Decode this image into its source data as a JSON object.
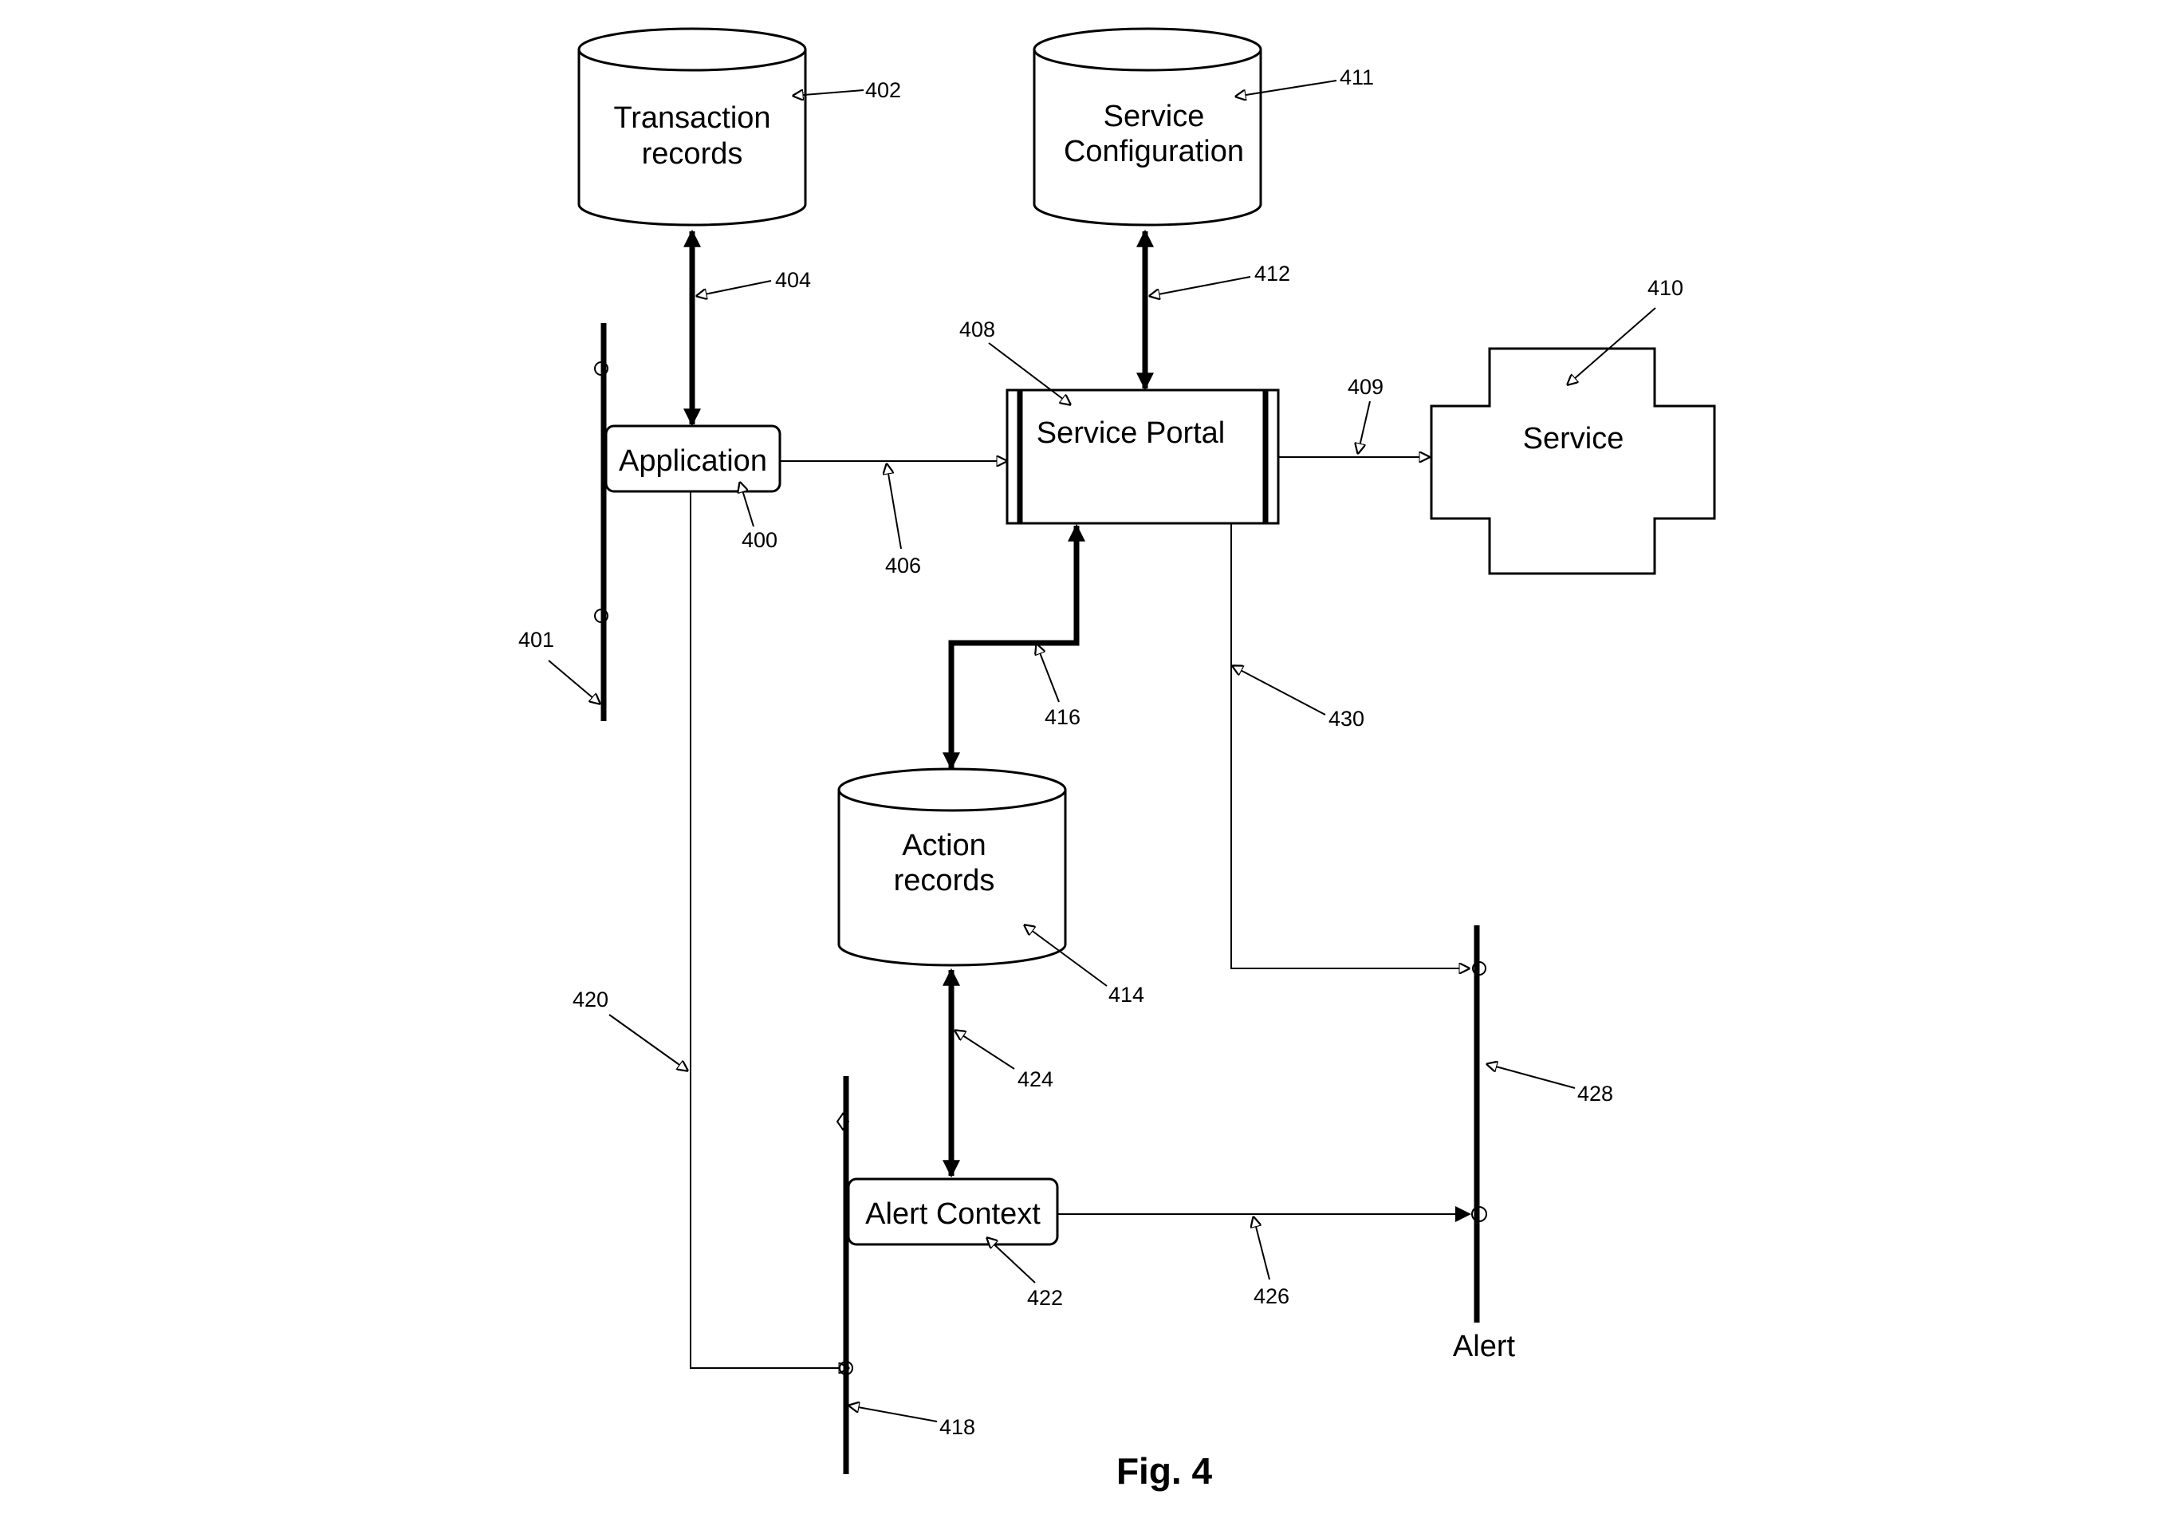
{
  "nodes": {
    "transaction_records": {
      "line1": "Transaction",
      "line2": "records",
      "ref": "402"
    },
    "service_configuration": {
      "line1": "Service",
      "line2": "Configuration",
      "ref": "411"
    },
    "application": {
      "label": "Application",
      "ref": "400"
    },
    "service_portal": {
      "label": "Service Portal",
      "ref": "408"
    },
    "service": {
      "label": "Service",
      "ref": "410"
    },
    "action_records": {
      "line1": "Action",
      "line2": "records",
      "ref": "414"
    },
    "alert_context": {
      "label": "Alert Context",
      "ref": "422"
    },
    "alert": {
      "label": "Alert",
      "ref": "428"
    },
    "application_lifeline": {
      "ref": "401"
    },
    "alert_context_lifeline": {
      "ref": "418"
    }
  },
  "connections": {
    "transaction_link": {
      "ref": "404"
    },
    "app_to_portal": {
      "ref": "406"
    },
    "portal_to_service": {
      "ref": "409"
    },
    "config_link": {
      "ref": "412"
    },
    "action_link": {
      "ref": "416"
    },
    "app_to_alert_context": {
      "ref": "420"
    },
    "alert_context_to_action": {
      "ref": "424"
    },
    "alert_context_to_alert": {
      "ref": "426"
    },
    "portal_to_alert": {
      "ref": "430"
    }
  },
  "caption": "Fig. 4"
}
